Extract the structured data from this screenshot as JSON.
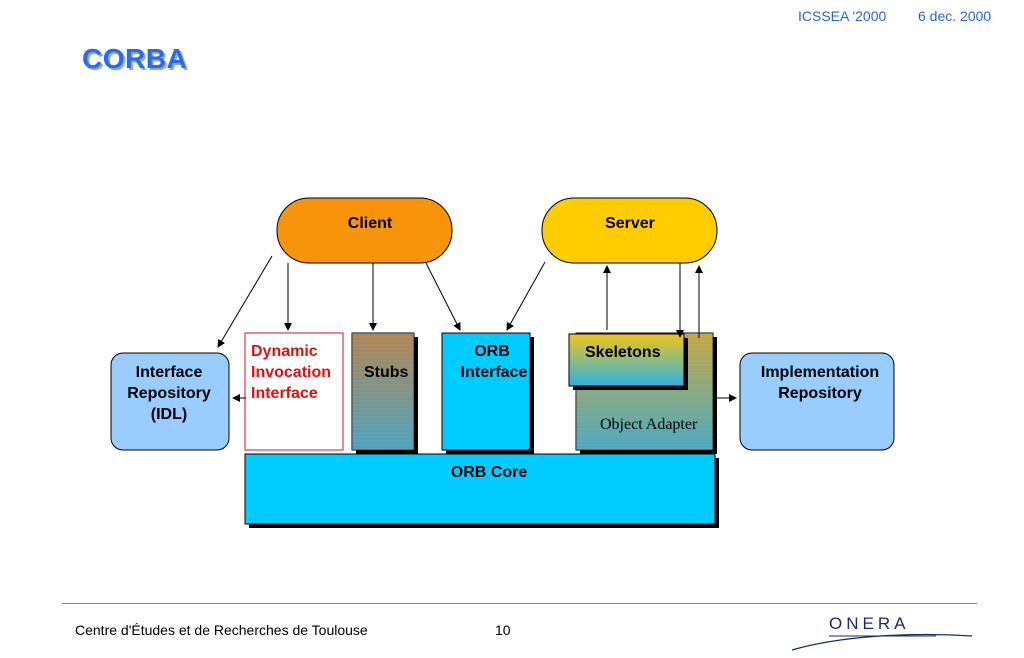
{
  "header": {
    "conference": "ICSSEA '2000",
    "date": "6 dec. 2000"
  },
  "title": "CORBA",
  "diagram": {
    "client": "Client",
    "server": "Server",
    "dii": [
      "Dynamic",
      "Invocation",
      "Interface"
    ],
    "stubs": "Stubs",
    "orb_interface": [
      "ORB",
      "Interface"
    ],
    "skeletons": "Skeletons",
    "object_adapter": "Object Adapter",
    "interface_repository": [
      "Interface",
      "Repository",
      "(IDL)"
    ],
    "implementation_repository": [
      "Implementation",
      "Repository"
    ],
    "orb_core": "ORB Core"
  },
  "footer": {
    "org": "Centre d'Études et de Recherches de Toulouse",
    "page": "10",
    "logo": "ONERA"
  },
  "colors": {
    "accent_blue": "#00ccff",
    "client_orange": "#f7940a",
    "server_yellow": "#ffcc00",
    "repo_blue": "#99ccff",
    "dii_red": "#e01010"
  }
}
